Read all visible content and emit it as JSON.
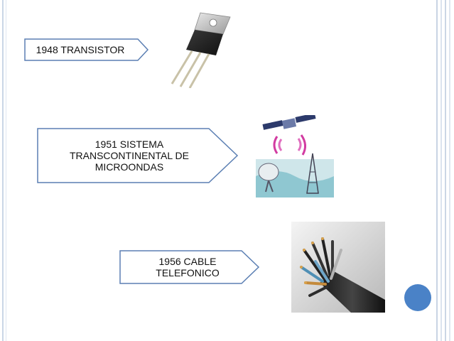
{
  "slide": {
    "items": [
      {
        "label": "1948 TRANSISTOR",
        "image": "transistor-photo"
      },
      {
        "label": "1951 SISTEMA TRANSCONTINENTAL DE MICROONDAS",
        "line1": "1951 SISTEMA",
        "line2": "TRANSCONTINENTAL DE",
        "line3": "MICROONDAS",
        "image": "microwave-satellite-illustration"
      },
      {
        "label": "1956 CABLE TELEFONICO",
        "line1": "1956 CABLE",
        "line2": "TELEFONICO",
        "image": "telephone-cable-photo"
      }
    ]
  },
  "colors": {
    "arrow_border": "#5b7fb3",
    "accent_circle": "#4a82c7",
    "border_lines": "#c9d6e6"
  }
}
